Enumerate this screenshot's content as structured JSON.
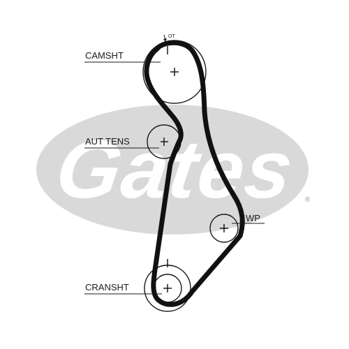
{
  "logo": {
    "text": "Gates",
    "trademark": "®",
    "color": "#d9d9d9"
  },
  "diagram": {
    "belt_color": "#111111",
    "marks": {
      "timing": "OT"
    },
    "labels": {
      "camshaft": "CAMSHT",
      "tensioner": "AUT TENS",
      "water_pump": "WP",
      "crankshaft": "CRANSHT"
    }
  }
}
